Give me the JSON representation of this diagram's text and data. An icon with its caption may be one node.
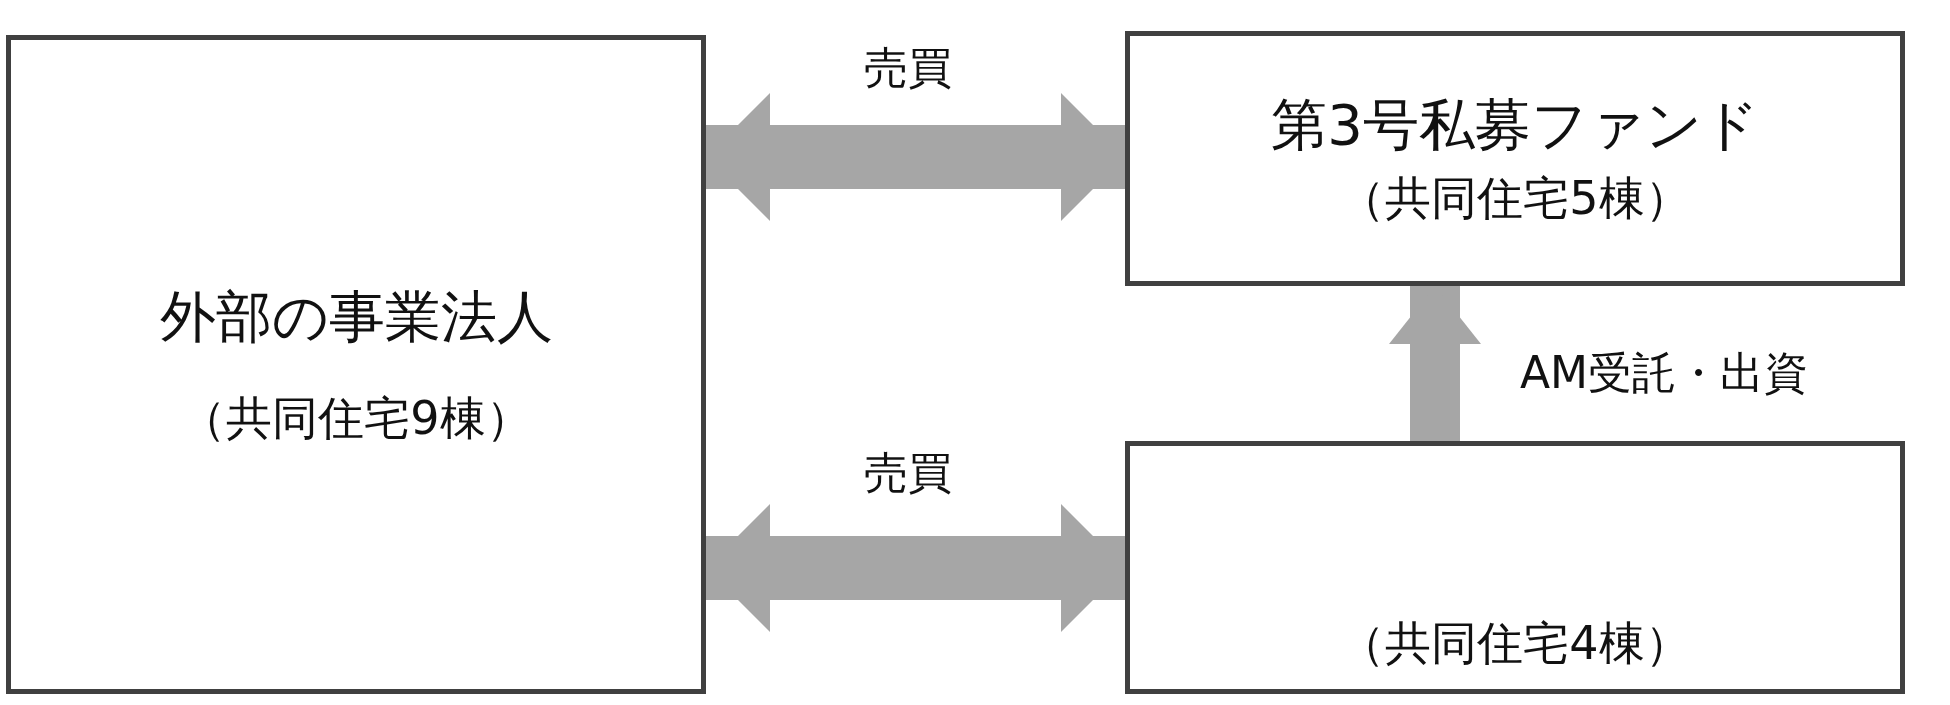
{
  "diagram": {
    "nodes": [
      {
        "text": [
          "外部の事業法人",
          "（共同住宅9棟）"
        ]
      },
      {
        "text": [
          "第3号私募ファンド",
          "（共同住宅5棟）"
        ]
      },
      {
        "text": [
          "（共同住宅4棟）"
        ]
      }
    ],
    "edges": [
      {
        "from": 0,
        "to": 1,
        "arrow": "both",
        "label": "売買"
      },
      {
        "from": 0,
        "to": 2,
        "arrow": "both",
        "label": "売買"
      },
      {
        "from": 2,
        "to": 1,
        "arrow": "to",
        "label": "AM受託・出資"
      }
    ]
  }
}
